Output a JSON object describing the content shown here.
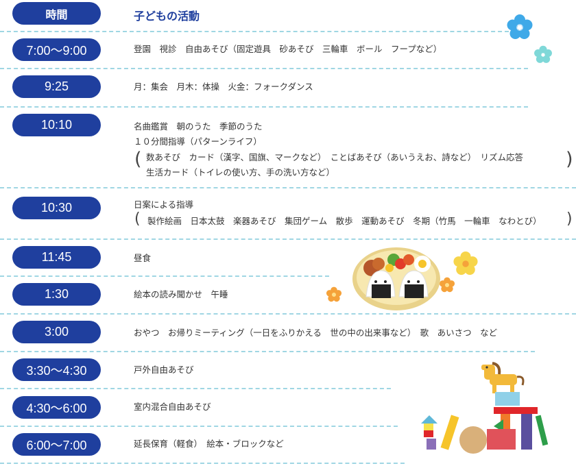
{
  "header": {
    "time_label": "時間",
    "activity_label": "子どもの活動"
  },
  "rows": [
    {
      "time": "7:00〜9:00",
      "lines": [
        "登園　視診　自由あそび（固定遊具　砂あそび　三輪車　ボール　フープなど）"
      ]
    },
    {
      "time": "9:25",
      "lines": [
        "月：集会　月木：体操　火金：フォークダンス"
      ]
    },
    {
      "time": "10:10",
      "lines": [
        "名曲鑑賞　朝のうた　季節のうた",
        "１０分間指導（パターンライフ）",
        "数あそび　カード（漢字、国旗、マークなど）　ことばあそび（あいうえお、詩など）　リズム応答",
        "生活カード（トイレの使い方、手の洗い方など）"
      ]
    },
    {
      "time": "10:30",
      "lines": [
        "日案による指導",
        "製作絵画　日本太鼓　楽器あそび　集団ゲーム　散歩　運動あそび　冬期（竹馬　一輪車　なわとび）"
      ]
    },
    {
      "time": "11:45",
      "lines": [
        "昼食"
      ]
    },
    {
      "time": "1:30",
      "lines": [
        "絵本の読み聞かせ　午睡"
      ]
    },
    {
      "time": "3:00",
      "lines": [
        "おやつ　お帰りミーティング（一日をふりかえる　世の中の出来事など）　歌　あいさつ　など"
      ]
    },
    {
      "time": "3:30〜4:30",
      "lines": [
        "戸外自由あそび"
      ]
    },
    {
      "time": "4:30〜6:00",
      "lines": [
        "室内混合自由あそび"
      ]
    },
    {
      "time": "6:00〜7:00",
      "lines": [
        "延長保育（軽食）　絵本・ブロックなど"
      ]
    }
  ],
  "brackets": {
    "open": "(",
    "close": ")"
  },
  "colors": {
    "pill": "#1f3f9e",
    "separator": "#9fd6e3",
    "flower_blue": "#3fa9e8",
    "flower_mint": "#7fd8d8",
    "flower_orange": "#f5a23a",
    "flower_yellow": "#f7d54a"
  },
  "decorations": [
    "flower-icon",
    "bento-icon",
    "toy-horse-icon",
    "toy-blocks-icon"
  ]
}
